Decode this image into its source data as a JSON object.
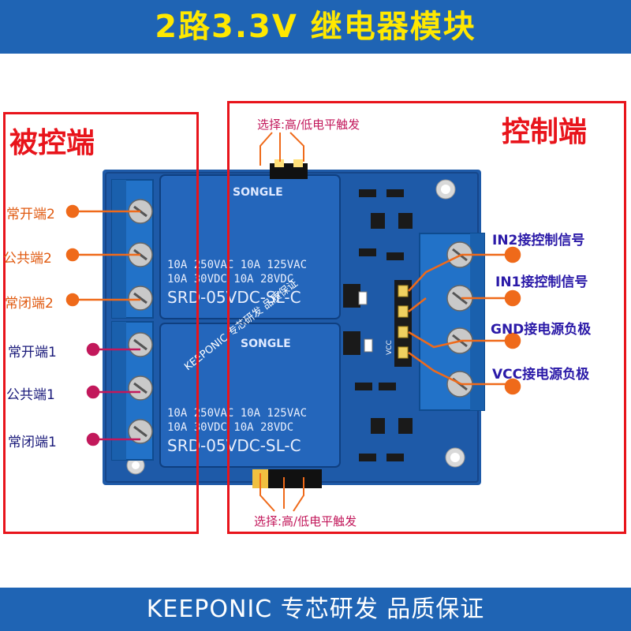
{
  "header": {
    "title": "2路3.3V  继电器模块"
  },
  "footer": {
    "text": "KEEPONIC 专芯研发 品质保证"
  },
  "left_box": {
    "title": "被控端",
    "labels": [
      "常开端2",
      "公共端2",
      "常闭端2",
      "常开端1",
      "公共端1",
      "常闭端1"
    ]
  },
  "right_box": {
    "title": "控制端",
    "labels": [
      "IN2接控制信号",
      "IN1接控制信号",
      "GND接电源负极",
      "VCC接电源负极"
    ]
  },
  "trigger": {
    "top": "选择:高/低电平触发",
    "bottom": "选择:高/低电平触发"
  },
  "board": {
    "relay_brand": "SONGLE",
    "relay_specs_1": "10A 250VAC  10A 125VAC",
    "relay_specs_2": "10A  30VDC  10A  28VDC",
    "relay_model": "SRD-05VDC-SL-C",
    "watermark": "KEEPONIC 专芯研发  品质保证",
    "pins": [
      "VCC",
      "GND",
      "IN1",
      "IN2"
    ]
  },
  "colors": {
    "banner": "#1f64b4",
    "title": "#ffe800",
    "frame": "#e8141b",
    "board": "#1e5aa8"
  }
}
